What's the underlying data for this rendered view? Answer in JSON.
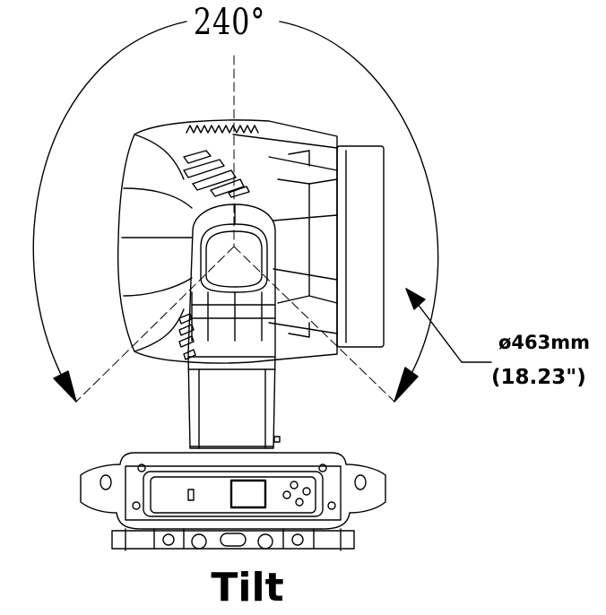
{
  "labels": {
    "angle": "240°",
    "diameter_mm": "ø463mm",
    "diameter_in": "(18.23\")",
    "view": "Tilt"
  }
}
